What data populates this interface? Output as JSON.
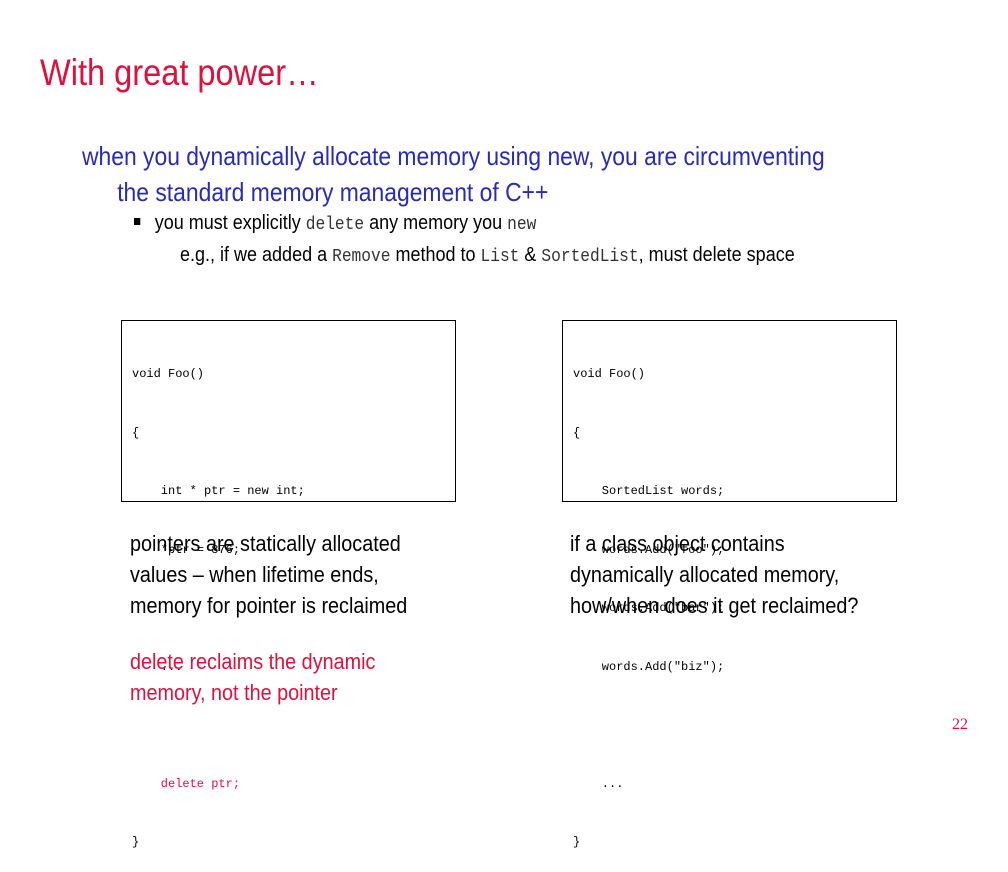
{
  "slide": {
    "title": "With great power…",
    "main_bullet": {
      "line1": "when you dynamically allocate memory using new, you are circumventing",
      "line2": "the standard memory management of C++"
    },
    "sub_bullet": {
      "text_before": "you must explicitly ",
      "code1": "delete",
      "text_middle": " any memory you ",
      "code2": "new"
    },
    "example": {
      "text1": "e.g., if we added a ",
      "code1": "Remove",
      "text2": " method to ",
      "code2": "List",
      "text3": " & ",
      "code3": "SortedList",
      "text4": ", must delete space"
    },
    "code_left": [
      {
        "text": "void Foo()",
        "highlight": false
      },
      {
        "text": "{",
        "highlight": false
      },
      {
        "text": "    int * ptr = new int;",
        "highlight": false
      },
      {
        "text": "    *ptr = 876;",
        "highlight": false
      },
      {
        "text": "",
        "highlight": false
      },
      {
        "text": "    ...",
        "highlight": false
      },
      {
        "text": "",
        "highlight": false
      },
      {
        "text": "    delete ptr;",
        "highlight": true
      },
      {
        "text": "}",
        "highlight": false
      }
    ],
    "code_right": [
      {
        "text": "void Foo()",
        "highlight": false
      },
      {
        "text": "{",
        "highlight": false
      },
      {
        "text": "    SortedList words;",
        "highlight": false
      },
      {
        "text": "    words.Add(\"foo\");",
        "highlight": false
      },
      {
        "text": "    words.Add(\"bar\");",
        "highlight": false
      },
      {
        "text": "    words.Add(\"biz\");",
        "highlight": false
      },
      {
        "text": "",
        "highlight": false
      },
      {
        "text": "    ...",
        "highlight": false
      },
      {
        "text": "}",
        "highlight": false
      }
    ],
    "caption_left": [
      "pointers are statically allocated",
      "values – when lifetime ends,",
      "memory for pointer is reclaimed"
    ],
    "caption_left_red": [
      "delete reclaims the dynamic",
      "memory, not the pointer"
    ],
    "caption_right": [
      "if a class object contains",
      "dynamically allocated memory,",
      "how/when does it get reclaimed?"
    ],
    "page_number": "22"
  },
  "colors": {
    "title": "#e0103d",
    "main_bullet": "#2a2ab8",
    "highlight": "#e0103d",
    "text": "#000000"
  }
}
